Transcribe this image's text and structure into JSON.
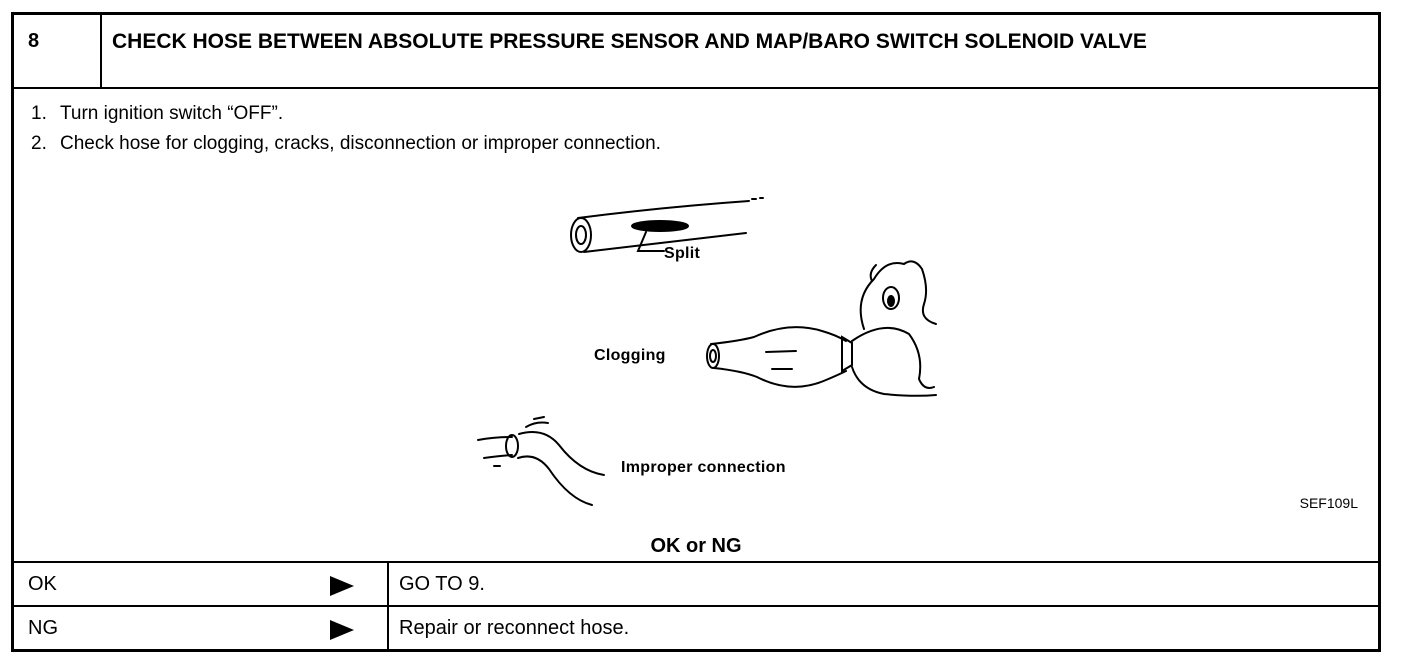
{
  "step": {
    "number": "8",
    "title": "CHECK HOSE BETWEEN ABSOLUTE PRESSURE SENSOR AND MAP/BARO SWITCH SOLENOID VALVE"
  },
  "instructions": [
    {
      "num": "1.",
      "text": "Turn ignition switch “OFF”."
    },
    {
      "num": "2.",
      "text": "Check hose for clogging, cracks, disconnection or improper connection."
    }
  ],
  "figure": {
    "labels": {
      "split": "Split",
      "clogging": "Clogging",
      "improper": "Improper connection"
    },
    "id": "SEF109L"
  },
  "result": {
    "title": "OK or NG",
    "rows": [
      {
        "label": "OK",
        "action": "GO TO 9."
      },
      {
        "label": "NG",
        "action": "Repair or reconnect hose."
      }
    ]
  }
}
